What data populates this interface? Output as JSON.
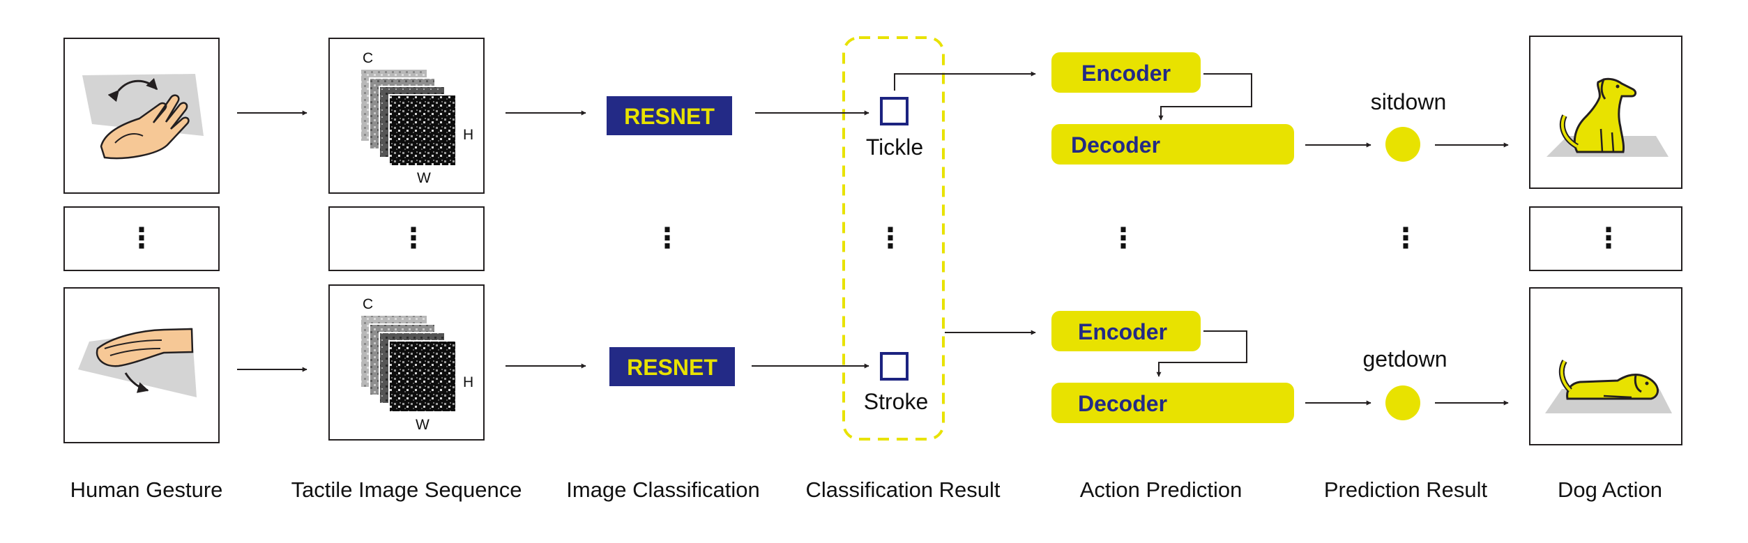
{
  "colors": {
    "accent_yellow": "#e8e200",
    "resnet_navy": "#232a86",
    "box_navy": "#1c2380",
    "arrow": "#231f20",
    "shadow_grey": "#cfcfcf"
  },
  "stages": [
    "Human Gesture",
    "Tactile Image Sequence",
    "Image Classification",
    "Classification Result",
    "Action Prediction",
    "Prediction Result",
    "Dog Action"
  ],
  "axes": {
    "c": "C",
    "h": "H",
    "w": "W"
  },
  "model": {
    "classifier": "RESNET"
  },
  "networks": {
    "encoder": "Encoder",
    "decoder": "Decoder"
  },
  "rows": [
    {
      "class_label": "Tickle",
      "prediction": "sitdown"
    },
    {
      "class_label": "Stroke",
      "prediction": "getdown"
    }
  ],
  "ellipsis": "⋮",
  "icons": {
    "gesture_top": "tickle-hand-icon",
    "gesture_bottom": "stroke-hand-icon",
    "dog_top": "dog-sitting-icon",
    "dog_bottom": "dog-lying-icon"
  }
}
